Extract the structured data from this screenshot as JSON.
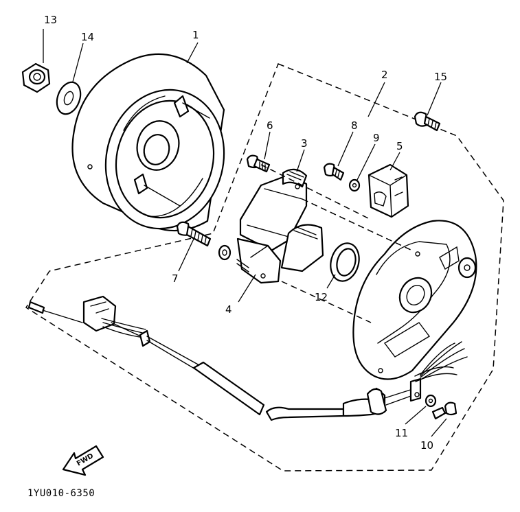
{
  "callouts": {
    "c1": "1",
    "c2": "2",
    "c3": "3",
    "c4": "4",
    "c5": "5",
    "c6": "6",
    "c7": "7",
    "c8": "8",
    "c9": "9",
    "c10": "10",
    "c11": "11",
    "c12": "12",
    "c13": "13",
    "c14": "14",
    "c15": "15"
  },
  "fwd_label": "FWD",
  "drawing_code": "1YU010-6350",
  "colors": {
    "ink": "#000000",
    "paper": "#ffffff"
  }
}
